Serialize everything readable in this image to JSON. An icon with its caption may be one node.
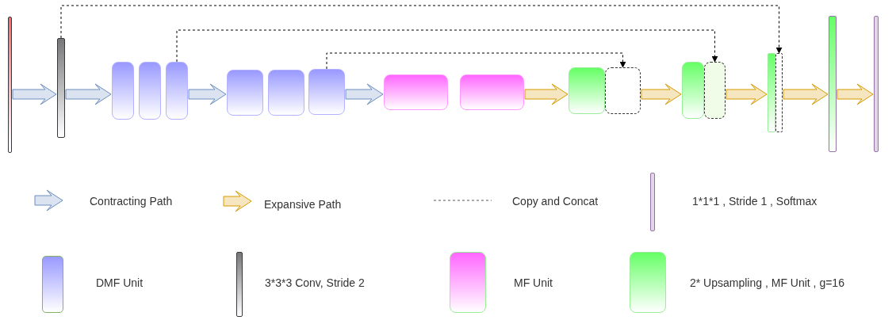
{
  "diagram": {
    "nodes": [
      {
        "text": [],
        "shape": "bar"
      },
      {
        "text": [],
        "shape": "bar"
      },
      {
        "text": [],
        "shape": "box"
      },
      {
        "text": [],
        "shape": "box"
      },
      {
        "text": [],
        "shape": "box"
      },
      {
        "text": [],
        "shape": "box"
      },
      {
        "text": [],
        "shape": "box"
      },
      {
        "text": [],
        "shape": "box"
      },
      {
        "text": [],
        "shape": "box"
      },
      {
        "text": [],
        "shape": "box"
      },
      {
        "text": [],
        "shape": "box"
      },
      {
        "text": [],
        "shape": "box"
      },
      {
        "text": [],
        "shape": "box"
      },
      {
        "text": [],
        "shape": "box"
      },
      {
        "text": [],
        "shape": "bar"
      },
      {
        "text": [],
        "shape": "bar"
      },
      {
        "text": [],
        "shape": "bar"
      },
      {
        "text": [],
        "shape": "bar"
      }
    ],
    "edges": [
      {
        "from": 0,
        "to": 1,
        "arrow": "to",
        "style": "thick",
        "color": "#6c8ebf"
      },
      {
        "from": 1,
        "to": 2,
        "arrow": "to",
        "style": "thick",
        "color": "#6c8ebf"
      },
      {
        "from": 4,
        "to": 5,
        "arrow": "to",
        "style": "thick",
        "color": "#6c8ebf"
      },
      {
        "from": 7,
        "to": 8,
        "arrow": "to",
        "style": "thick",
        "color": "#6c8ebf"
      },
      {
        "from": 9,
        "to": 10,
        "arrow": "to",
        "style": "thick",
        "color": "#d79b00"
      },
      {
        "from": 11,
        "to": 12,
        "arrow": "to",
        "style": "thick",
        "color": "#d79b00"
      },
      {
        "from": 13,
        "to": 14,
        "arrow": "to",
        "style": "thick",
        "color": "#d79b00"
      },
      {
        "from": 15,
        "to": 16,
        "arrow": "to",
        "style": "thick",
        "color": "#d79b00"
      },
      {
        "from": 16,
        "to": 17,
        "arrow": "to",
        "style": "thick",
        "color": "#d79b00"
      },
      {
        "from": 1,
        "to": 15,
        "arrow": "to",
        "style": "dashed"
      },
      {
        "from": 4,
        "to": 13,
        "arrow": "to",
        "style": "dashed"
      },
      {
        "from": 7,
        "to": 11,
        "arrow": "to",
        "style": "dashed"
      }
    ],
    "legend": [
      {
        "text": "Contracting Path"
      },
      {
        "text": "Expansive Path"
      },
      {
        "text": "Copy and Concat"
      },
      {
        "text": "1*1*1 , Stride 1 , Softmax"
      },
      {
        "text": "DMF Unit"
      },
      {
        "text": "3*3*3 Conv, Stride 2"
      },
      {
        "text": "MF Unit"
      },
      {
        "text": "2* Upsampling , MF Unit , g=16"
      }
    ]
  }
}
